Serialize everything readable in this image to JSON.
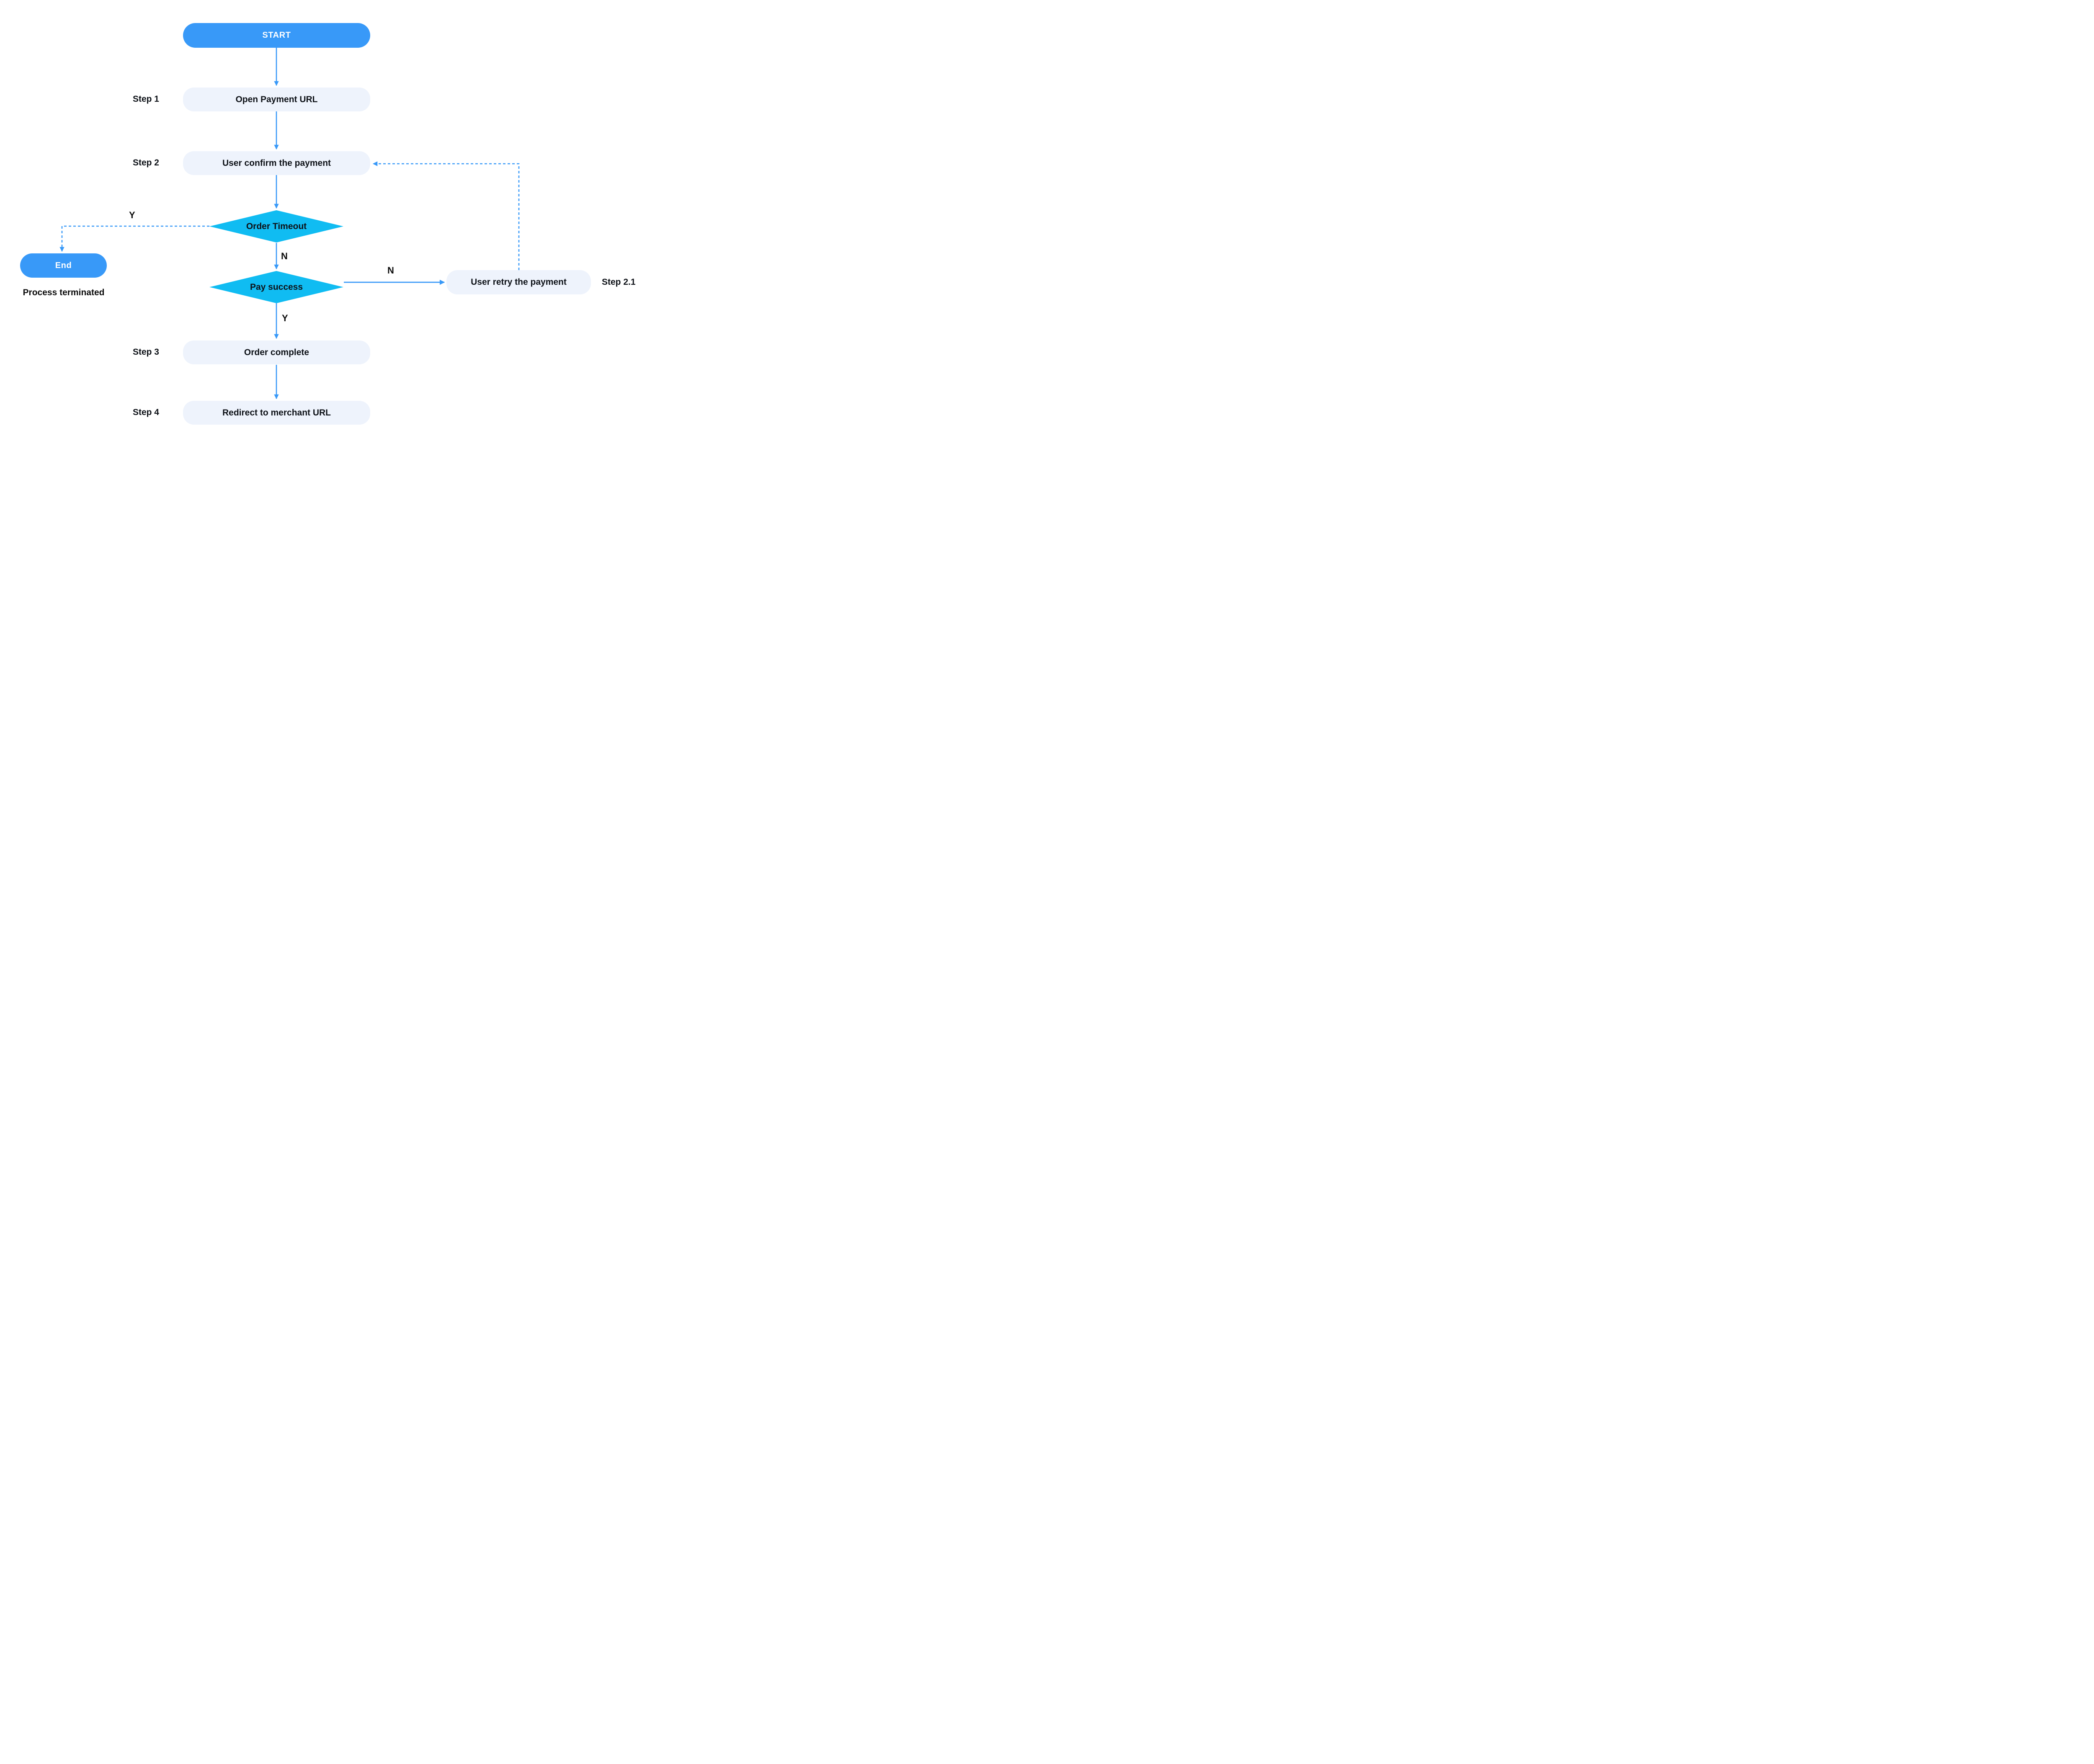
{
  "diagram": {
    "type": "flowchart",
    "background": "#FFFFFF",
    "colors": {
      "accent_blue": "#3899F8",
      "decision_cyan": "#10BCF2",
      "process_fill": "#EEF3FC",
      "label_dark": "#0D1117",
      "label_light": "#FFFFFF"
    },
    "nodes": {
      "start": {
        "label": "START"
      },
      "open_payment_url": {
        "step_tag": "Step 1",
        "label": "Open Payment URL"
      },
      "user_confirm_payment": {
        "step_tag": "Step 2",
        "label": "User confirm the payment"
      },
      "order_timeout": {
        "label": "Order Timeout"
      },
      "end": {
        "label": "End",
        "caption": "Process terminated"
      },
      "pay_success": {
        "label": "Pay success"
      },
      "user_retry_payment": {
        "label": "User retry the payment",
        "step_tag": "Step 2.1"
      },
      "order_complete": {
        "step_tag": "Step 3",
        "label": "Order complete"
      },
      "redirect_merchant_url": {
        "step_tag": "Step 4",
        "label": "Redirect to merchant URL"
      }
    },
    "edge_labels": {
      "order_timeout_yes": "Y",
      "order_timeout_no": "N",
      "pay_success_no": "N",
      "pay_success_yes": "Y"
    }
  }
}
